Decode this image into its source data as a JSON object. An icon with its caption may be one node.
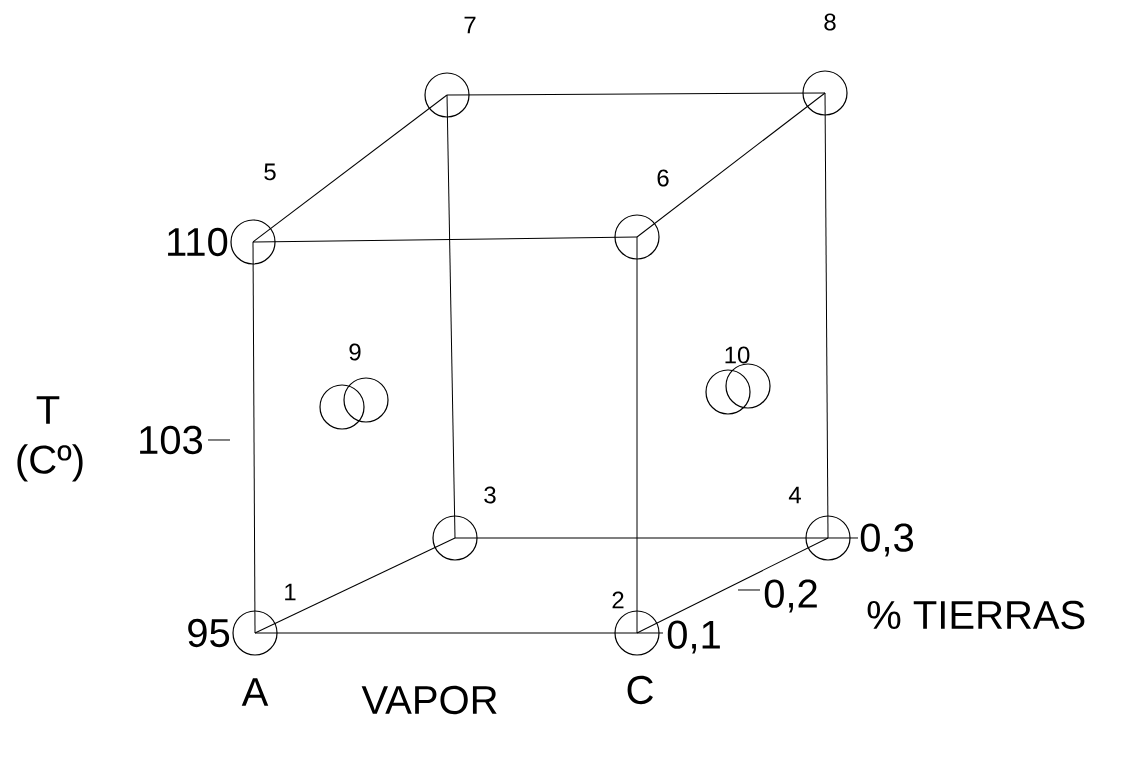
{
  "diagram": {
    "nodes": [
      {
        "text": [],
        "shape": "circle",
        "beside": [
          "1"
        ]
      },
      {
        "text": [],
        "shape": "circle",
        "beside": [
          "2"
        ]
      },
      {
        "text": [],
        "shape": "circle",
        "beside": [
          "3"
        ]
      },
      {
        "text": [],
        "shape": "circle",
        "beside": [
          "4"
        ]
      },
      {
        "text": [],
        "shape": "circle",
        "beside": [
          "5"
        ]
      },
      {
        "text": [],
        "shape": "circle",
        "beside": [
          "6"
        ]
      },
      {
        "text": [],
        "shape": "circle",
        "beside": [
          "7"
        ]
      },
      {
        "text": [],
        "shape": "circle",
        "beside": [
          "8"
        ]
      },
      {
        "text": [],
        "shape": "circle",
        "beside": [
          "9"
        ]
      },
      {
        "text": [],
        "shape": "circle",
        "beside": [
          "10"
        ]
      }
    ],
    "edges": [
      {
        "from": 0,
        "to": 1,
        "arrow": "none"
      },
      {
        "from": 0,
        "to": 2,
        "arrow": "none"
      },
      {
        "from": 0,
        "to": 4,
        "arrow": "none"
      },
      {
        "from": 1,
        "to": 3,
        "arrow": "none"
      },
      {
        "from": 1,
        "to": 5,
        "arrow": "none"
      },
      {
        "from": 2,
        "to": 3,
        "arrow": "none"
      },
      {
        "from": 2,
        "to": 6,
        "arrow": "none"
      },
      {
        "from": 3,
        "to": 7,
        "arrow": "none"
      },
      {
        "from": 4,
        "to": 5,
        "arrow": "none"
      },
      {
        "from": 4,
        "to": 6,
        "arrow": "none"
      },
      {
        "from": 5,
        "to": 7,
        "arrow": "none"
      },
      {
        "from": 6,
        "to": 7,
        "arrow": "none"
      }
    ],
    "labels": [
      "110",
      "T",
      "103",
      "(Cº)",
      "95",
      "A",
      "VAPOR",
      "C",
      "0,3",
      "0,2",
      "% TIERRAS",
      "0,1"
    ]
  }
}
